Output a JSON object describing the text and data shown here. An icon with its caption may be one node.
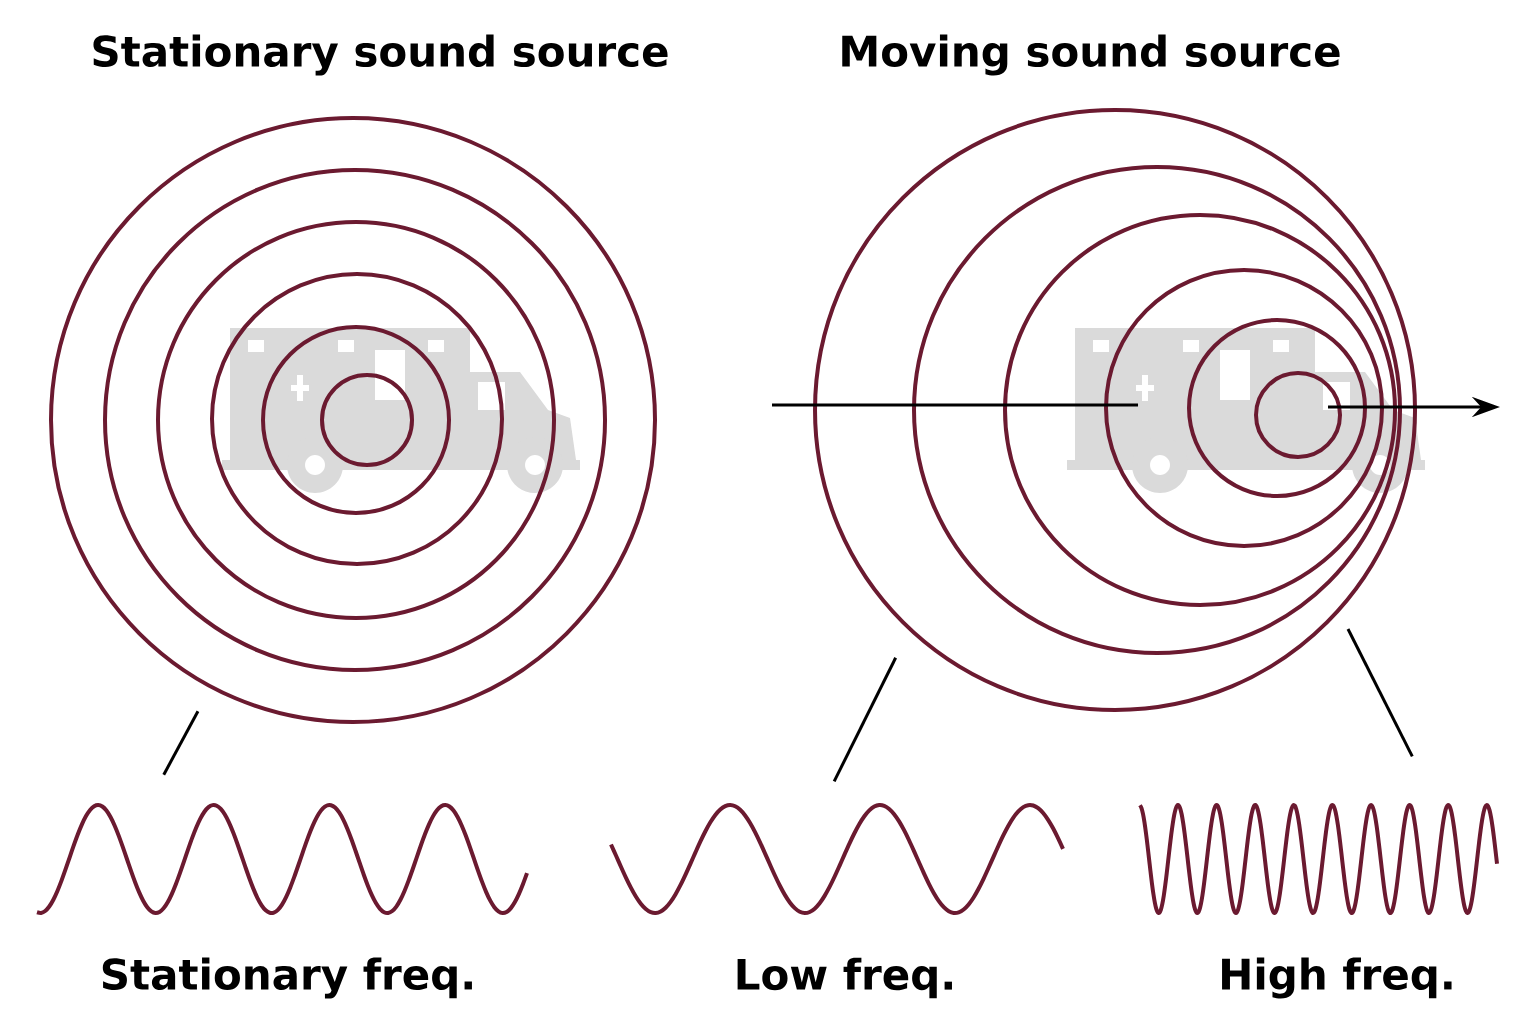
{
  "diagram": {
    "nodes": [
      {
        "text": [],
        "shape": "circle"
      },
      {
        "text": [],
        "shape": "circle"
      },
      {
        "text": [],
        "shape": "wave",
        "beside": [
          "Stationary freq."
        ]
      },
      {
        "text": [],
        "shape": "wave",
        "beside": [
          "Low freq."
        ]
      },
      {
        "text": [],
        "shape": "wave",
        "beside": [
          "High freq."
        ]
      }
    ],
    "edges": [
      {
        "from": 0,
        "to": 2,
        "arrow": "none"
      },
      {
        "from": 1,
        "to": 3,
        "arrow": "none"
      },
      {
        "from": 1,
        "to": 4,
        "arrow": "none"
      }
    ],
    "labels": [
      "Stationary sound source",
      "Moving sound source"
    ]
  }
}
